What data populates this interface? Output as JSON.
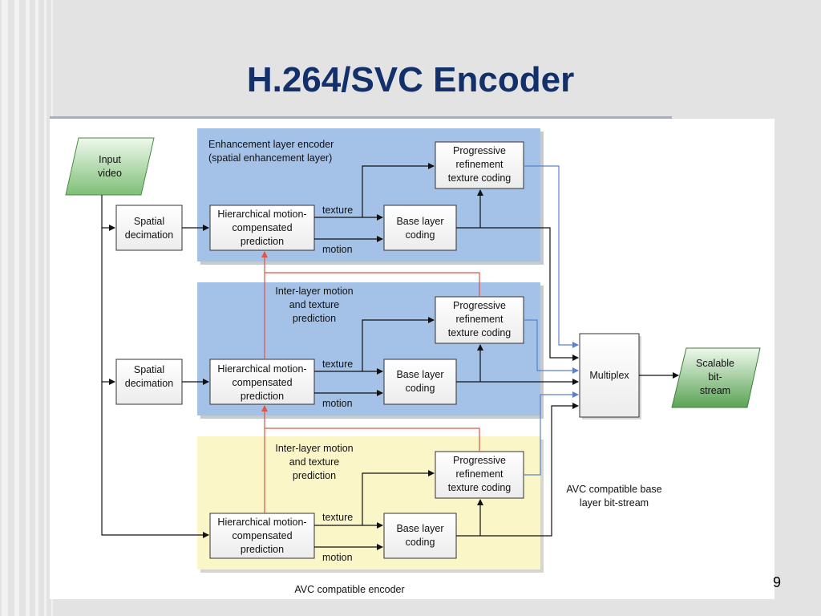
{
  "slide": {
    "title": "H.264/SVC Encoder",
    "page_number": "9"
  },
  "diagram": {
    "input": [
      "Input",
      "video"
    ],
    "output": [
      "Scalable",
      "bit-",
      "stream"
    ],
    "multiplex": "Multiplex",
    "spatial_decimation": [
      "Spatial",
      "decimation"
    ],
    "hmc": [
      "Hierarchical motion-",
      "compensated",
      "prediction"
    ],
    "base_layer_coding": [
      "Base layer",
      "coding"
    ],
    "progressive": [
      "Progressive",
      "refinement",
      "texture coding"
    ],
    "texture": "texture",
    "motion": "motion",
    "enhancement_label": [
      "Enhancement layer encoder",
      "(spatial enhancement layer)"
    ],
    "inter_layer": [
      "Inter-layer motion",
      "and texture",
      "prediction"
    ],
    "avc_bitstream": [
      "AVC compatible base",
      "layer bit-stream"
    ],
    "avc_encoder": "AVC compatible encoder",
    "colors": {
      "enhancement_layer": "#a4c2e8",
      "base_layer": "#faf6c8",
      "io_green": "#6fae6a",
      "inter_layer_arrow": "#e05545",
      "refinement_arrow": "#5a82c8",
      "title": "#13306b"
    }
  }
}
